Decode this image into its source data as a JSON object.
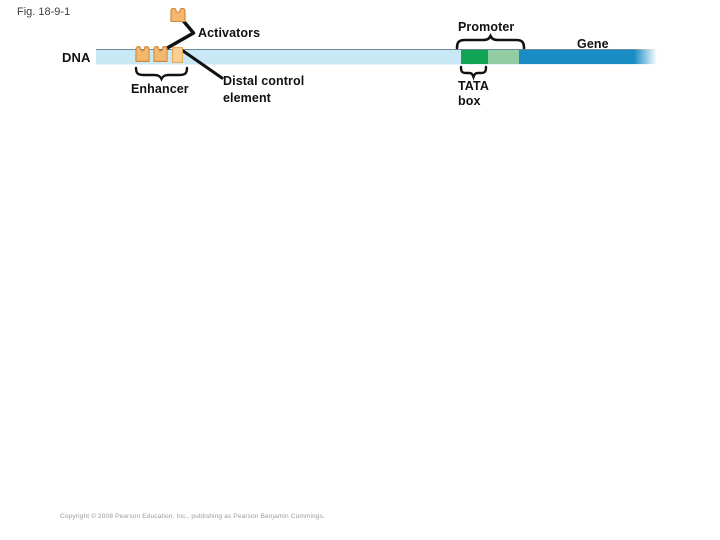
{
  "figure": {
    "label": "Fig. 18-9-1"
  },
  "diagram": {
    "labels": {
      "dna": "DNA",
      "activators": "Activators",
      "enhancer": "Enhancer",
      "distal_line1": "Distal control",
      "distal_line2": "element",
      "promoter": "Promoter",
      "gene": "Gene",
      "tata_line1": "TATA",
      "tata_line2": "box"
    },
    "colors": {
      "line": "#111111",
      "dna_strand": "#c9e8f6",
      "dna_edge": "#6e8b9b",
      "tata_box_green": "#12a455",
      "proximal_promoter_green": "#92cda3",
      "gene_blue": "#1a8cc4",
      "activator_fill": "#f3b76e",
      "activator_stroke": "#d18a3d",
      "control_element_fill": "#f9d092",
      "control_element_stroke": "#e8a851"
    }
  },
  "footer": {
    "copyright": "Copyright © 2008 Pearson Education, Inc., publishing as Pearson Benjamin Cummings."
  }
}
